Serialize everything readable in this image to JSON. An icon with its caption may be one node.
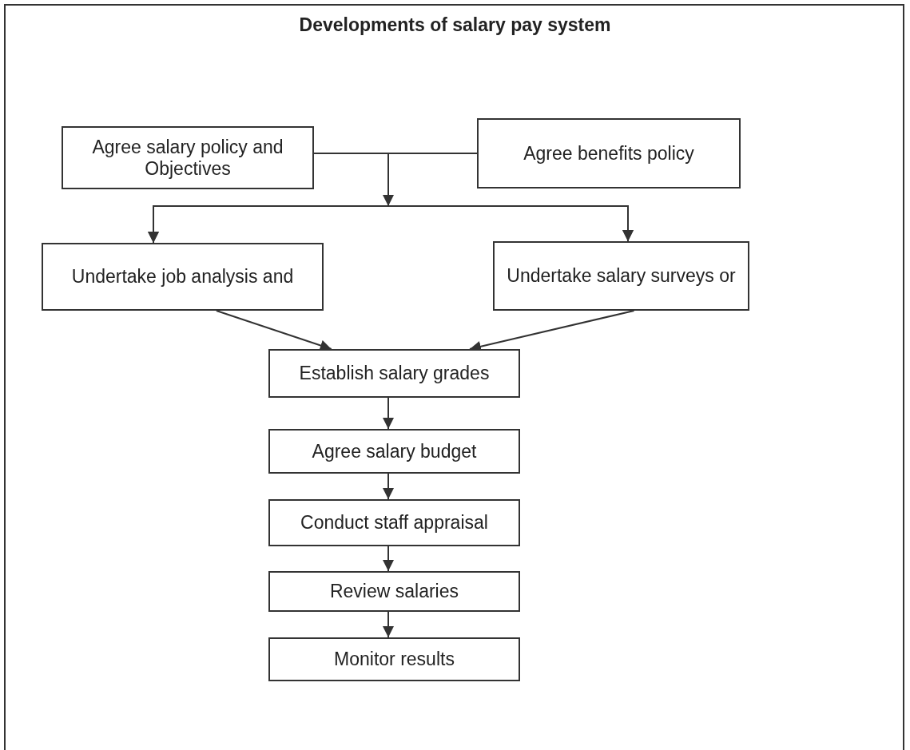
{
  "diagram": {
    "title": "Developments of salary pay system",
    "nodes": [
      {
        "text": [
          "Agree salary policy and Objectives"
        ]
      },
      {
        "text": [
          "Agree benefits policy"
        ]
      },
      {
        "text": [
          "Undertake job analysis and"
        ]
      },
      {
        "text": [
          "Undertake salary surveys or"
        ]
      },
      {
        "text": [
          "Establish salary grades"
        ]
      },
      {
        "text": [
          "Agree salary budget"
        ]
      },
      {
        "text": [
          "Conduct staff appraisal"
        ]
      },
      {
        "text": [
          "Review salaries"
        ]
      },
      {
        "text": [
          "Monitor results"
        ]
      }
    ],
    "edges": [
      {
        "from": 0,
        "to": 2,
        "arrow": "to"
      },
      {
        "from": 0,
        "to": 3,
        "arrow": "to"
      },
      {
        "from": 1,
        "to": 2,
        "arrow": "to"
      },
      {
        "from": 1,
        "to": 3,
        "arrow": "to"
      },
      {
        "from": 2,
        "to": 4,
        "arrow": "to"
      },
      {
        "from": 3,
        "to": 4,
        "arrow": "to"
      },
      {
        "from": 4,
        "to": 5,
        "arrow": "to"
      },
      {
        "from": 5,
        "to": 6,
        "arrow": "to"
      },
      {
        "from": 6,
        "to": 7,
        "arrow": "to"
      },
      {
        "from": 7,
        "to": 8,
        "arrow": "to"
      }
    ]
  }
}
